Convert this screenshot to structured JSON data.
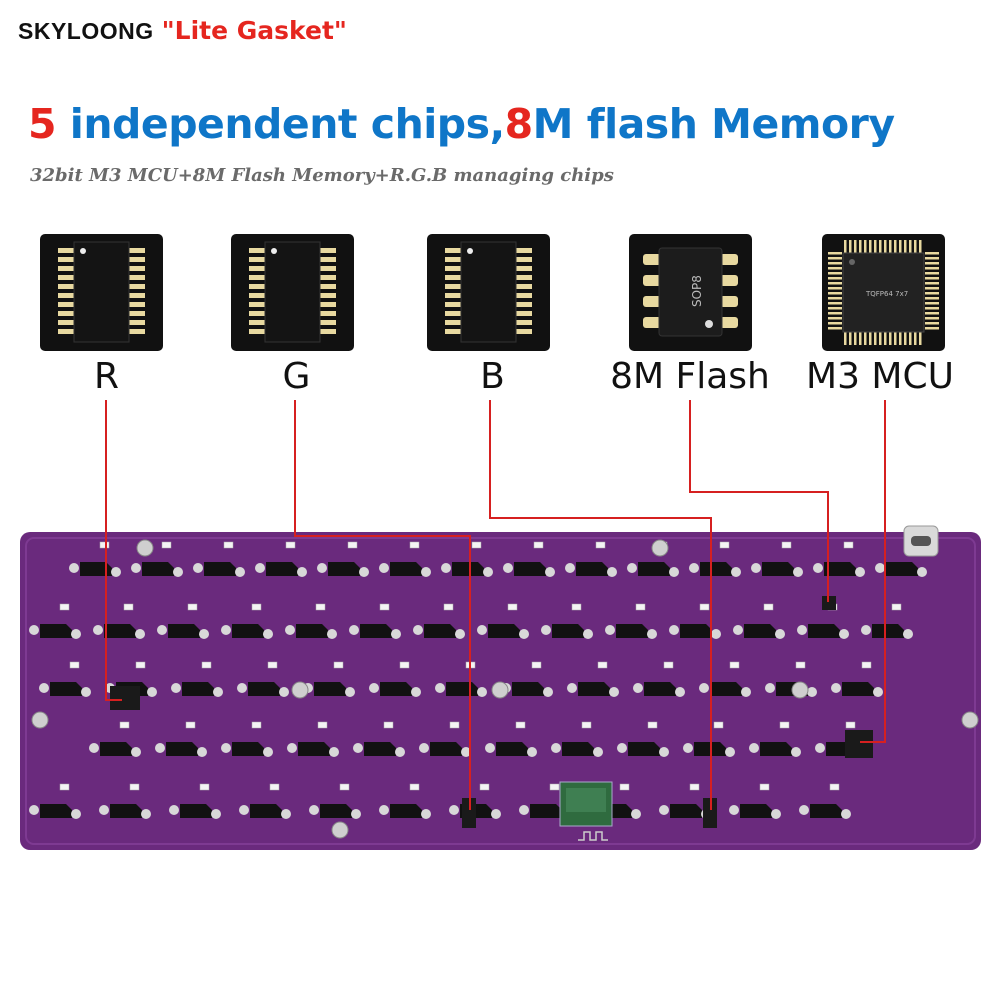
{
  "brand": {
    "logo_text": "SKYLOONG",
    "product": "\"Lite Gasket\""
  },
  "headline": {
    "part1_number": "5",
    "part1_text": " independent chips,",
    "part2_number": "8",
    "part2_text": "M flash Memory"
  },
  "subline": "32bit M3 MCU+8M Flash Memory+R.G.B managing chips",
  "chips": [
    {
      "label": "R",
      "package": "soic-20",
      "marking": ""
    },
    {
      "label": "G",
      "package": "soic-20",
      "marking": ""
    },
    {
      "label": "B",
      "package": "soic-20",
      "marking": ""
    },
    {
      "label": "8M Flash",
      "package": "sop8",
      "marking": "SOP8"
    },
    {
      "label": "M3 MCU",
      "package": "tqfp",
      "marking": "TQFP64 7x7"
    }
  ],
  "colors": {
    "headline_blue": "#0f76c8",
    "accent_red": "#e5261f",
    "pcb_purple": "#6a2a7d",
    "chip_tile": "#111111",
    "pad_gold": "#e8d9a0",
    "leader_line": "#d62020"
  },
  "board": {
    "description_icons": [
      "led-icon",
      "switch-socket-icon",
      "usb-c-port-icon",
      "bluetooth-module-icon"
    ]
  }
}
